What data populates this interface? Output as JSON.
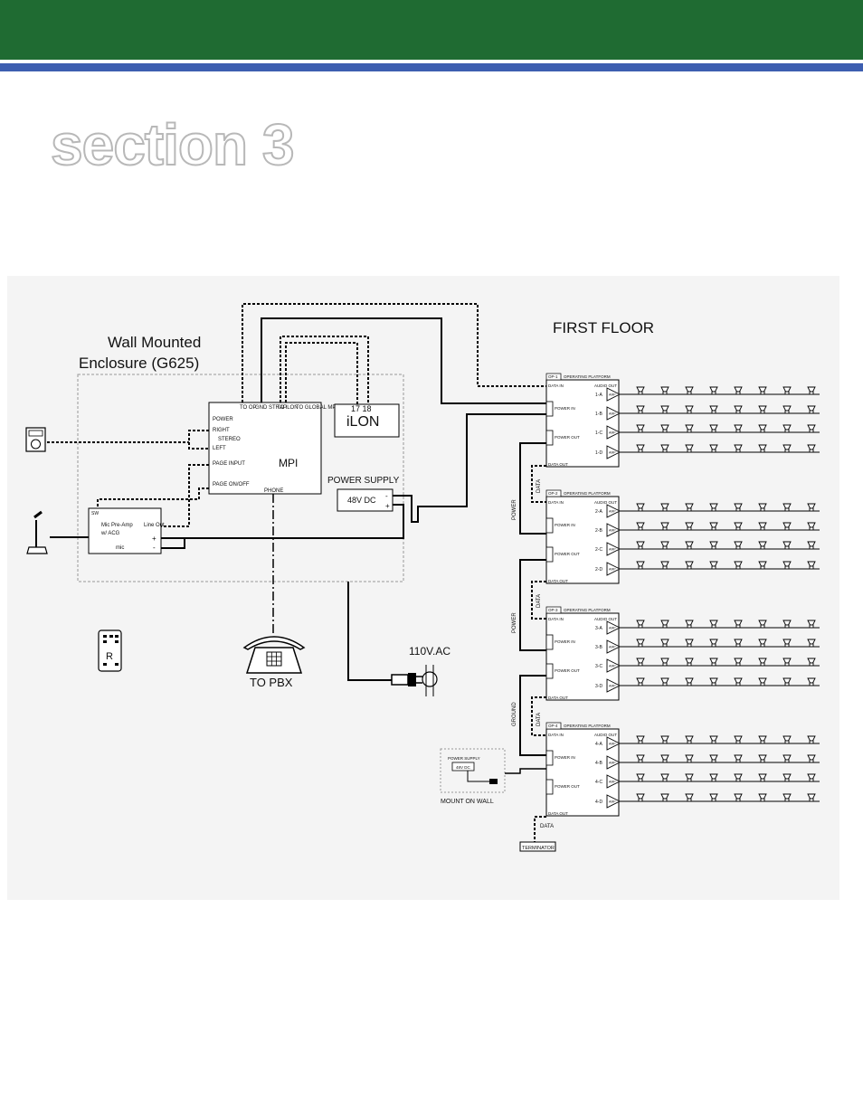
{
  "page": {
    "section_title": "section 3"
  },
  "diagram": {
    "first_floor": "FIRST FLOOR",
    "enclosure_line1": "Wall Mounted",
    "enclosure_line2": "Enclosure (G625)",
    "mpi": {
      "title": "MPI",
      "to_op": "TO OP",
      "gnd_strap": "GND STRAP",
      "to_ilon": "TO iLON",
      "to_global_mpi": "TO GLOBAL MPI",
      "power": "POWER",
      "right": "RIGHT",
      "stereo": "STEREO",
      "left": "LEFT",
      "page_input": "PAGE INPUT",
      "page_onoff": "PAGE ON/OFF",
      "phone": "PHONE"
    },
    "ilon": {
      "ports": "17 18",
      "title": "iLON"
    },
    "power_supply": {
      "label": "POWER SUPPLY",
      "voltage": "48V DC",
      "minus": "-",
      "plus": "+"
    },
    "preamp": {
      "line1": "Mic Pre-Amp",
      "line2": "w/ ACG",
      "line_out": "Line Out",
      "mic": "mic",
      "sw": "SW",
      "plus": "+",
      "minus": "-"
    },
    "to_pbx": "TO PBX",
    "ac": "110V.AC",
    "mount_on_wall": "MOUNT ON WALL",
    "wall_ps": {
      "label": "POWER SUPPLY",
      "voltage": "48V DC"
    },
    "terminator": "TERMINATOR",
    "wire_labels": {
      "power": "POWER",
      "data": "DATA",
      "ground": "GROUND"
    },
    "remote_letter": "R",
    "platform": {
      "title": "OPERATING PLATFORM",
      "data_in": "DATA IN",
      "data_out": "DATA OUT",
      "power_in": "POWER IN",
      "power_out": "POWER OUT",
      "audio_out": "AUDIO OUT",
      "amp": "AMP"
    },
    "platforms": [
      {
        "tag": "OP-1",
        "zones": [
          "1-A",
          "1-B",
          "1-C",
          "1-D"
        ]
      },
      {
        "tag": "OP-2",
        "zones": [
          "2-A",
          "2-B",
          "2-C",
          "2-D"
        ]
      },
      {
        "tag": "OP-3",
        "zones": [
          "3-A",
          "3-B",
          "3-C",
          "3-D"
        ]
      },
      {
        "tag": "OP-4",
        "zones": [
          "4-A",
          "4-B",
          "4-C",
          "4-D"
        ]
      }
    ]
  }
}
